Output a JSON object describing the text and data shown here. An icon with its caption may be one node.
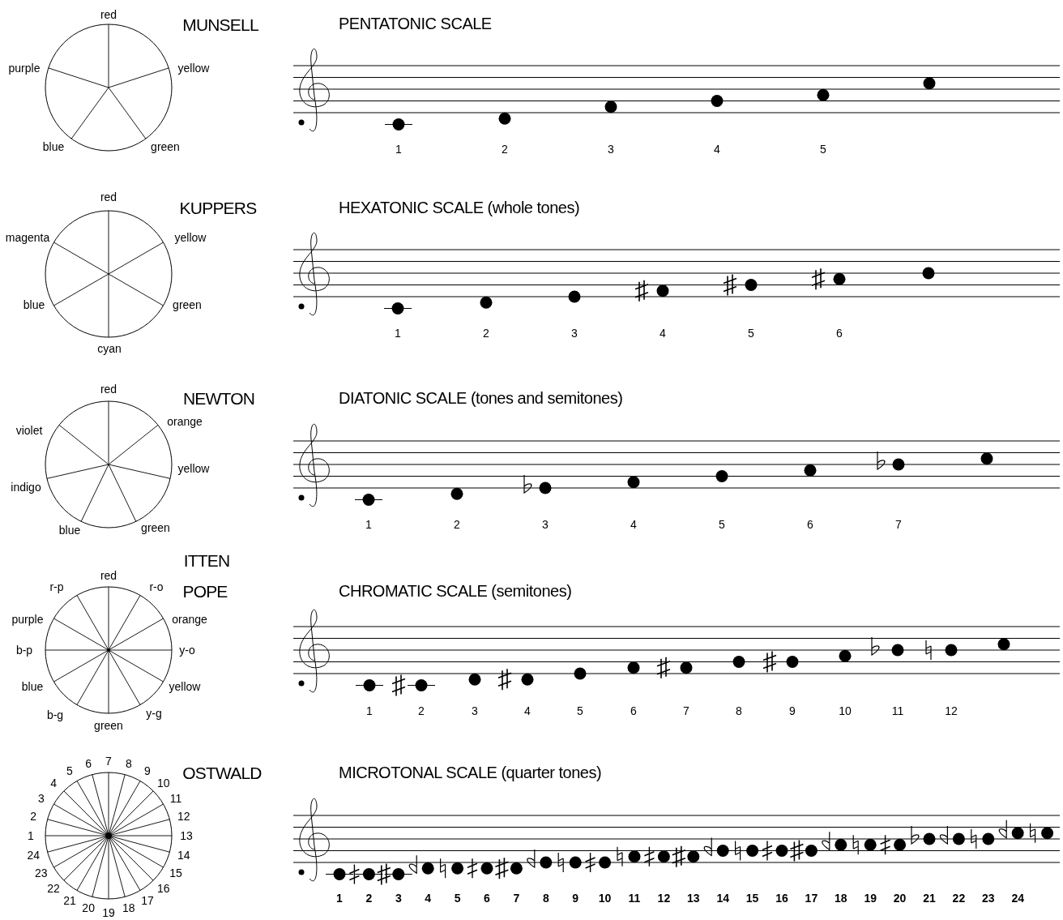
{
  "diagram": {
    "labels": [
      "red",
      "yellow",
      "blue",
      "green",
      "purple",
      "MUNSELL",
      "PENTATONIC SCALE",
      "1",
      "2",
      "3",
      "4",
      "5",
      "red",
      "yellow",
      "green",
      "cyan",
      "blue",
      "magenta",
      "KUPPERS",
      "HEXATONIC SCALE (whole tones)",
      "1",
      "2",
      "3",
      "4",
      "5",
      "6",
      "red",
      "orange",
      "yellow",
      "blue",
      "green",
      "indigo",
      "violet",
      "NEWTON",
      "DIATONIC SCALE (tones and semitones)",
      "1",
      "2",
      "3",
      "4",
      "5",
      "6",
      "7",
      "red",
      "r-o",
      "orange",
      "y-o",
      "yellow",
      "y-g",
      "green",
      "b-g",
      "blue",
      "b-p",
      "purple",
      "r-p",
      "ITTEN",
      "POPE",
      "CHROMATIC SCALE (semitones)",
      "1",
      "2",
      "3",
      "4",
      "5",
      "6",
      "7",
      "8",
      "9",
      "10",
      "11",
      "12",
      "1",
      "2",
      "3",
      "4",
      "5",
      "6",
      "7",
      "8",
      "9",
      "10",
      "11",
      "12",
      "13",
      "14",
      "15",
      "16",
      "17",
      "18",
      "19",
      "20",
      "21",
      "22",
      "23",
      "24",
      "OSTWALD",
      "MICROTONAL SCALE (quarter tones)",
      "1",
      "2",
      "3",
      "4",
      "5",
      "6",
      "7",
      "8",
      "9",
      "10",
      "11",
      "12",
      "13",
      "14",
      "15",
      "16",
      "17",
      "18",
      "19",
      "20",
      "21",
      "22",
      "23",
      "24"
    ]
  }
}
